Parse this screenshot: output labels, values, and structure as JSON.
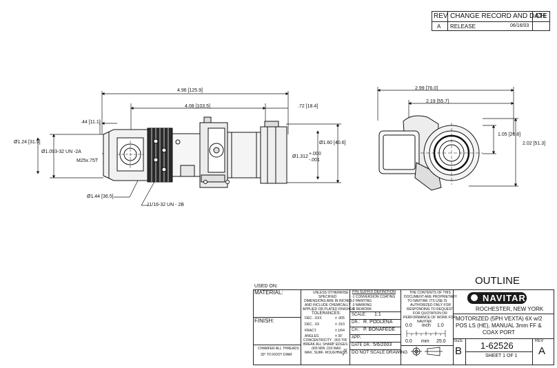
{
  "revision_block": {
    "headers": {
      "rev": "REV",
      "change": "CHANGE RECORD AND DATE",
      "ch": "CH"
    },
    "rows": [
      {
        "rev": "A",
        "description": "RELEASE",
        "date": "06/16/03",
        "ch": ""
      }
    ]
  },
  "dimensions": {
    "overall_length": "4.96 [125.9]",
    "body_length": "4.08 [103.5]",
    "tail_length": ".72 [18.4]",
    "head_length": ".44 [11.1]",
    "head_diameter": "Ø1.24 [31.5]",
    "thread_mount": "Ø1.093-32 UN -2A",
    "thread_m25": "M25x.75T",
    "body_diameter": "Ø1.312",
    "tol_plus": "+.000",
    "tol_minus": "-.001",
    "tail_diameter": "Ø1.60 [40.6]",
    "ring_diameter": "Ø1.44 [36.5]",
    "thread_side": "11/16-32 UN - 2B",
    "end_width": "2.99 [76.0]",
    "end_width_inner": "2.19 [55.7]",
    "end_height_center": "1.05 [26.8]",
    "end_height": "2.02 [51.3]"
  },
  "title_block": {
    "used_on": "USED ON:",
    "material": "MATERIAL:",
    "finish": "FINISH:",
    "chamfer_line1": "CHAMFER ALL THREADS",
    "chamfer_line2": "30° TO ROOT DIAM",
    "notes": [
      "UNLESS OTHERWISE",
      "SPECIFIED",
      "DIMENSIONS ARE IN INCHES",
      "AND INCLUDE CHEMICALLY",
      "APPLIED OR PLATED FINISHES"
    ],
    "tolerances_title": "TOLERANCES:",
    "tolerances": [
      {
        "label": "DEC. .XXX",
        "value": "± .005"
      },
      {
        "label": "DEC. .XX",
        "value": "± .010"
      },
      {
        "label": "FRACT.",
        "value": "± 1/64"
      },
      {
        "label": "ANGLES",
        "value": "± 30'"
      }
    ],
    "concentricity": "CONCENTRICITY",
    "concentricity_value": ".003 TIR",
    "break_edges": "BREAK ALL SHARP EDGES",
    "break_edges_value": ".005 MIN .010 MAX",
    "surface": "MAX. SURF. ROUGHNESS",
    "surface_value": "32",
    "suffix_title": "P/N SUFFIX DEFINITION",
    "suffixes": [
      "-1 CONVERSION COATING",
      "-2 PAINTING",
      "-3 MARKING",
      "-R REWORK"
    ],
    "scale_label": "SCALE:",
    "scale_value": "1:1",
    "dr_label": "DR.:",
    "dr_value": "R. PODLENA",
    "ch_label": "CH.:",
    "ch_value": "P. BONAFEDE",
    "app_label": "APP.:",
    "date_label": "DATE DR.:",
    "date_value": "5/6/2003",
    "do_not_scale": "DO NOT SCALE DRAWING",
    "proprietary": [
      "THE CONTENTS OF THIS",
      "DOCUMENT ARE PROPRIETARY",
      "TO NAVITAR. ITS USE IS",
      "AUTHORIZED ONLY FOR",
      "RESPONDING TO REQUEST",
      "FOR QUOTATION OR",
      "PERFORMANCE OF WORK FOR",
      "NAVITAR"
    ],
    "ruler_inch": {
      "start": "0.0",
      "unit": "inch",
      "end": "1.0"
    },
    "ruler_mm": {
      "start": "0.0",
      "unit": "mm",
      "end": "25.0"
    },
    "outline": "OUTLINE",
    "company": "NAVITAR",
    "location": "ROCHESTER, NEW YORK",
    "description": [
      "MOTORIZED (5PH VEXTA) 6X w/2",
      "POS LS (HE), MANUAL 3mm FF &",
      "COAX PORT"
    ],
    "size_label": "SIZE",
    "size_value": "B",
    "part_number": "1-62526",
    "sheet": "SHEET 1 OF 1",
    "rev_label": "REV",
    "rev_value": "A"
  }
}
